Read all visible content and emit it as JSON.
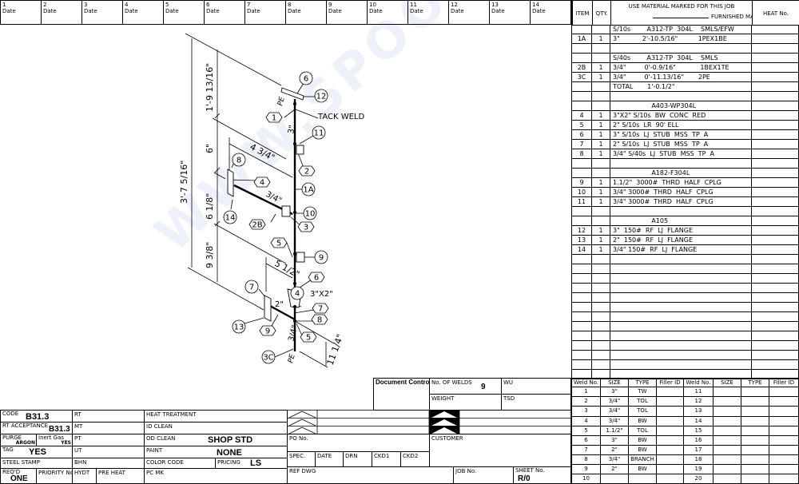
{
  "revision_header": [
    {
      "num": "1",
      "label": "Date"
    },
    {
      "num": "2",
      "label": "Date"
    },
    {
      "num": "3",
      "label": "Date"
    },
    {
      "num": "4",
      "label": "Date"
    },
    {
      "num": "5",
      "label": "Date"
    },
    {
      "num": "6",
      "label": "Date"
    },
    {
      "num": "7",
      "label": "Date"
    },
    {
      "num": "8",
      "label": "Date"
    },
    {
      "num": "9",
      "label": "Date"
    },
    {
      "num": "10",
      "label": "Date"
    },
    {
      "num": "11",
      "label": "Date"
    },
    {
      "num": "12",
      "label": "Date"
    },
    {
      "num": "13",
      "label": "Date"
    },
    {
      "num": "14",
      "label": "Date"
    }
  ],
  "material_table": {
    "headers": {
      "item": "ITEM",
      "qty": "QTY.",
      "material_line1": "USE MATERIAL MARKED FOR THIS JOB",
      "material_line2": "FURNISHED MATERIAL",
      "heat": "HEAT No."
    },
    "rows": [
      {
        "item": "",
        "qty": "",
        "desc": "S/10s        A312-TP  304L    SMLS/EFW"
      },
      {
        "item": "1A",
        "qty": "1",
        "desc": "3\"           2'-10.5/16\"          1PEX1BE"
      },
      {
        "item": "",
        "qty": "",
        "desc": ""
      },
      {
        "item": "",
        "qty": "",
        "desc": "S/40s        A312-TP  304L    SMLS"
      },
      {
        "item": "2B",
        "qty": "1",
        "desc": "3/4\"         0'-0.9/16\"            1BEX1TE"
      },
      {
        "item": "3C",
        "qty": "1",
        "desc": "3/4\"         0'-11.13/16\"       2PE"
      },
      {
        "item": "",
        "qty": "",
        "desc": "TOTAL       1'-0.1/2\""
      },
      {
        "item": "",
        "qty": "",
        "desc": ""
      },
      {
        "item": "",
        "qty": "",
        "desc": "                   A403-WP304L"
      },
      {
        "item": "4",
        "qty": "1",
        "desc": "3\"X2\" S/10s  BW  CONC  RED"
      },
      {
        "item": "5",
        "qty": "1",
        "desc": "2\" S/10s  LR  90' ELL"
      },
      {
        "item": "6",
        "qty": "1",
        "desc": "3\" S/10s  LJ  STUB  MSS  TP  A"
      },
      {
        "item": "7",
        "qty": "1",
        "desc": "2\" S/10s  LJ  STUB  MSS  TP  A"
      },
      {
        "item": "8",
        "qty": "1",
        "desc": "3/4\" S/40s  LJ  STUB  MSS  TP  A"
      },
      {
        "item": "",
        "qty": "",
        "desc": ""
      },
      {
        "item": "",
        "qty": "",
        "desc": "                   A182-F304L"
      },
      {
        "item": "9",
        "qty": "1",
        "desc": "1.1/2\"  3000#  THRD  HALF  CPLG"
      },
      {
        "item": "10",
        "qty": "1",
        "desc": "3/4\" 3000#  THRD  HALF  CPLG"
      },
      {
        "item": "11",
        "qty": "1",
        "desc": "3/4\" 3000#  THRD  HALF  CPLG"
      },
      {
        "item": "",
        "qty": "",
        "desc": ""
      },
      {
        "item": "",
        "qty": "",
        "desc": "                   A105"
      },
      {
        "item": "12",
        "qty": "1",
        "desc": "3\"  150#  RF  LJ  FLANGE"
      },
      {
        "item": "13",
        "qty": "1",
        "desc": "2\"  150#  RF  LJ  FLANGE"
      },
      {
        "item": "14",
        "qty": "1",
        "desc": "3/4\" 150#  RF  LJ  FLANGE"
      }
    ]
  },
  "weld_table": {
    "headers": [
      "Weld No.",
      "SIZE",
      "TYPE",
      "Filler ID",
      "Weld No.",
      "SIZE",
      "TYPE",
      "Filler ID"
    ],
    "rows": [
      {
        "no": "1",
        "size": "3\"",
        "type": "TW",
        "no2": "11"
      },
      {
        "no": "2",
        "size": "3/4\"",
        "type": "TOL",
        "no2": "12"
      },
      {
        "no": "3",
        "size": "3/4\"",
        "type": "TOL",
        "no2": "13"
      },
      {
        "no": "4",
        "size": "3/4\"",
        "type": "BW",
        "no2": "14"
      },
      {
        "no": "5",
        "size": "1.1/2\"",
        "type": "TOL",
        "no2": "15"
      },
      {
        "no": "6",
        "size": "3\"",
        "type": "BW",
        "no2": "16"
      },
      {
        "no": "7",
        "size": "2\"",
        "type": "BW",
        "no2": "17"
      },
      {
        "no": "8",
        "size": "3/4\"",
        "type": "BRANCH",
        "no2": "18"
      },
      {
        "no": "9",
        "size": "2\"",
        "type": "BW",
        "no2": "19"
      },
      {
        "no": "10",
        "size": "",
        "type": "",
        "no2": "20"
      }
    ]
  },
  "title_block": {
    "code_label": "CODE",
    "code_value": "B31.3",
    "rt_acceptance_label": "RT ACCEPTANCE",
    "rt_acceptance_value": "B31.3",
    "purge_label": "PURGE",
    "purge_value": "ARGON",
    "inert_gas_label": "Inert Gas",
    "inert_gas_value": "YES",
    "tag_label": "TAG",
    "tag_value": "YES",
    "steel_stamp_label": "STEEL STAMP",
    "reqd_label": "REQ'D",
    "reqd_value": "ONE",
    "priority_label": "PRIORITY No",
    "rt": "RT",
    "mt": "MT",
    "pt": "PT",
    "ut": "UT",
    "bhn": "BHN",
    "hydt": "HYDT",
    "pre_heat": "PRE HEAT",
    "heat_treatment": "HEAT TREATMENT",
    "id_clean": "ID CLEAN",
    "od_clean_label": "OD CLEAN",
    "od_clean_value": "SHOP STD",
    "paint_label": "PAINT",
    "paint_value": "NONE",
    "color_code": "COLOR CODE",
    "pricing_label": "PRICING",
    "pricing_value": "LS",
    "pc_mk": "PC MK",
    "po_no": "PO No.",
    "spec": "SPEC.",
    "date": "DATE",
    "drn": "DRN",
    "ckd1": "CKD1",
    "ckd2": "CKD2",
    "ref_dwg": "REF DWG",
    "job_no": "JOB No.",
    "sheet_no_label": "SHEET No.",
    "sheet_no_value": "R/0",
    "document_control": "Document Control",
    "no_of_welds_label": "No. OF WELDS",
    "no_of_welds_value": "9",
    "wu": "WU",
    "weight": "WEIGHT",
    "tsd": "TSD",
    "customer": "CUSTOMER"
  },
  "drawing": {
    "dims": {
      "overall": "3'-7 5/16\"",
      "d1": "1'-9 13/16\"",
      "d2": "6\"",
      "d3": "6 1/8\"",
      "d4": "9 3/8\"",
      "branch": "4 3/4\"",
      "elbow": "5 1/2\"",
      "bottom": "11 1/4\""
    },
    "labels": {
      "tack_weld": "TACK WELD",
      "pe_top": "PE",
      "pe_bottom": "PE",
      "size_3": "3\"",
      "size_34a": "3/4\"",
      "size_34b": "3/4\"",
      "size_2": "2\"",
      "reducer": "3\"X2\""
    },
    "balloons": {
      "b6a": "6",
      "b12": "12",
      "b1": "1",
      "b11": "11",
      "b2": "2",
      "b1A": "1A",
      "b8a": "8",
      "b4a": "4",
      "b14": "14",
      "b10": "10",
      "b3": "3",
      "b2B": "2B",
      "b5a": "5",
      "b9a": "9",
      "b6b": "6",
      "b4b": "4",
      "b7a": "7",
      "b7b": "7",
      "b8b": "8",
      "b5b": "5",
      "b13": "13",
      "b9b": "9",
      "b3C": "3C"
    }
  },
  "watermark": "WWW.SPOOLDRAWING.COM"
}
